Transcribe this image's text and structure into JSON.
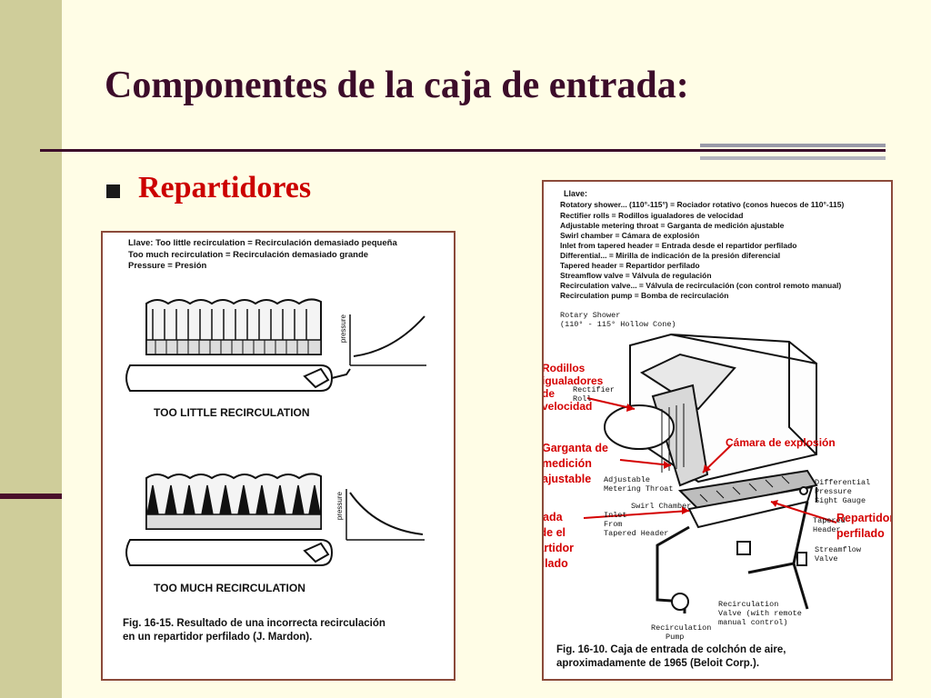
{
  "slide": {
    "title": "Componentes de la caja de entrada:",
    "bullet": "Repartidores"
  },
  "left_figure": {
    "key": [
      "Llave:  Too little recirculation = Recirculación demasiado pequeña",
      "Too much recirculation = Recirculación demasiado grande",
      "Pressure = Presión"
    ],
    "axis_label": "pressure",
    "label_top": "TOO LITTLE RECIRCULATION",
    "label_bottom": "TOO MUCH RECIRCULATION",
    "caption_line1": "Fig. 16-15. Resultado de una incorrecta recirculación",
    "caption_line2": "en un repartidor perfilado (J. Mardon)."
  },
  "right_figure": {
    "key": [
      "Llave:",
      "Rotatory shower... (110°-115°) = Rociador rotativo (conos huecos de 110°-115)",
      "Rectifier rolls = Rodillos igualadores de velocidad",
      "Adjustable metering throat = Garganta de medición ajustable",
      "Swirl chamber = Cámara de explosión",
      "Inlet from tapered header = Entrada desde el repartidor perfilado",
      "Differential... = Mirilla de indicación de la presión diferencial",
      "Tapered header = Repartidor perfilado",
      "Streamflow valve = Válvula de regulación",
      "Recirculation valve... = Válvula de recirculación (con control remoto manual)",
      "Recirculation pump = Bomba de recirculación"
    ],
    "diagram_labels": {
      "rotary_shower": "Rotary Shower",
      "hollow_cone": "(110° - 115° Hollow Cone)",
      "rectifier": "Rectifier",
      "roll": "Roll",
      "adjustable": "Adjustable",
      "metering_throat": "Metering Throat",
      "swirl_chamber": "Swirl Chamber",
      "inlet": "Inlet",
      "from": "From",
      "tapered_header_src": "Tapered Header",
      "differential": "Differential",
      "pressure": "Pressure",
      "sight_gauge": "Sight Gauge",
      "tapered": "Tapered",
      "header": "Header",
      "streamflow": "Streamflow",
      "valve": "Valve",
      "recirc_valve1": "Recirculation",
      "recirc_valve2": "Valve (with remote",
      "recirc_valve3": "manual control)",
      "recirc_pump1": "Recirculation",
      "recirc_pump2": "Pump"
    },
    "annotations": {
      "rodillos": [
        "Rodillos",
        "igualadores",
        "de",
        "velocidad"
      ],
      "camara": "Cámara de explosión",
      "garganta": [
        "Garganta de",
        "medición",
        "ajustable"
      ],
      "entrada": [
        "Entrada",
        "desde el",
        "repartidor",
        "perfilado"
      ],
      "repartidor": [
        "Repartidor",
        "perfilado"
      ]
    },
    "caption_line1": "Fig. 16-10. Caja de entrada de colchón de aire,",
    "caption_line2": "aproximadamente de 1965 (Beloit Corp.)."
  },
  "colors": {
    "background": "#fffde6",
    "sidebar": "#cfcd9a",
    "title": "#3c0c2a",
    "bullet_text": "#cc0000",
    "annotation": "#d40000",
    "figure_border": "#8b4a3a"
  }
}
